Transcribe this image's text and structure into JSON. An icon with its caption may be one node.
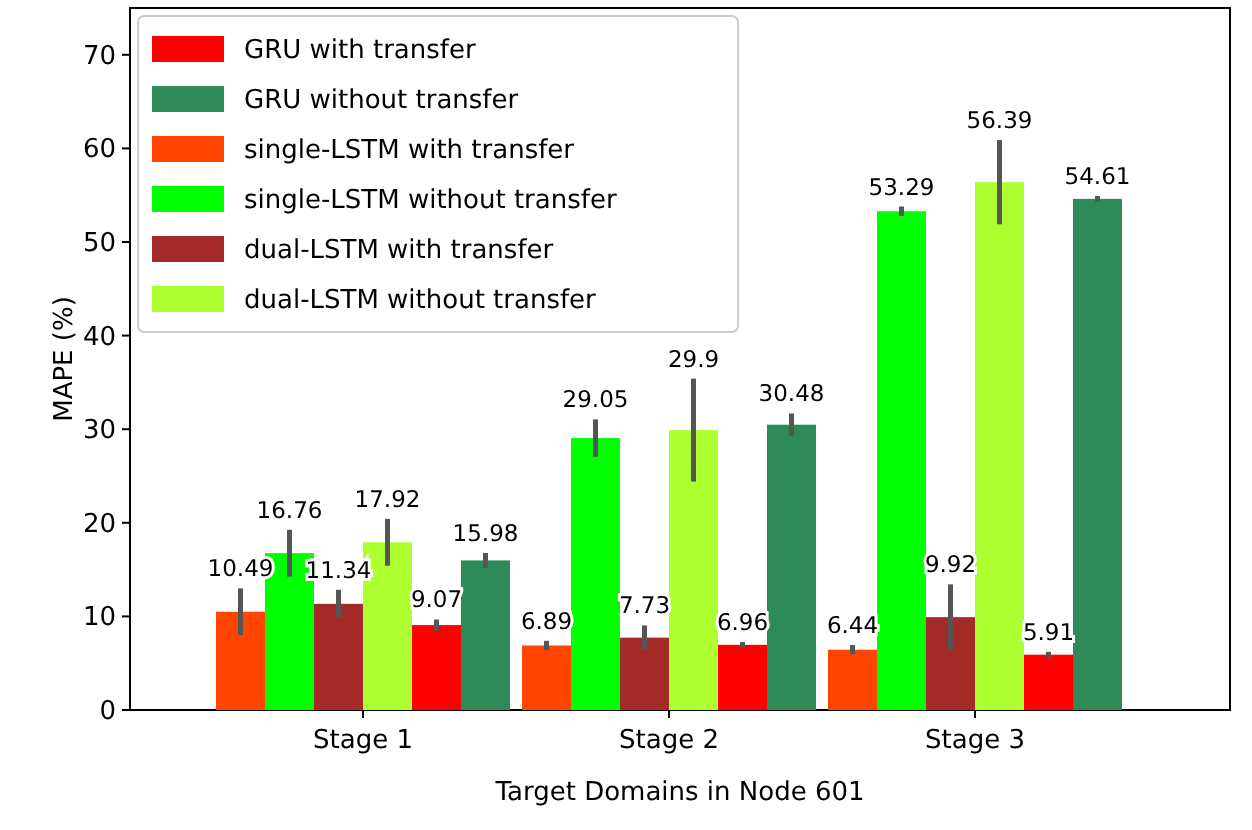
{
  "diagram": {
    "chart_data": {
      "type": "bar",
      "xlabel": "Target Domains in Node 601",
      "ylabel": "MAPE (%)",
      "categories": [
        "Stage 1",
        "Stage 2",
        "Stage 3"
      ],
      "series": [
        {
          "name": "GRU with transfer",
          "color": "#ff0000",
          "values": [
            9.07,
            6.96,
            5.91
          ]
        },
        {
          "name": "GRU without transfer",
          "color": "#2e8b57",
          "values": [
            15.98,
            30.48,
            54.61
          ]
        },
        {
          "name": "single-LSTM with transfer",
          "color": "#ff4500",
          "values": [
            10.49,
            6.89,
            6.44
          ]
        },
        {
          "name": "single-LSTM without transfer",
          "color": "#00ff00",
          "values": [
            16.76,
            29.05,
            53.29
          ]
        },
        {
          "name": "dual-LSTM with transfer",
          "color": "#a52a2a",
          "values": [
            11.34,
            7.73,
            9.92
          ]
        },
        {
          "name": "dual-LSTM without transfer",
          "color": "#adff2f",
          "values": [
            17.92,
            29.9,
            56.39
          ]
        }
      ],
      "ylim": [
        0,
        75
      ],
      "yticks": [
        0,
        10,
        20,
        30,
        40,
        50,
        60,
        70
      ],
      "data_labels": true,
      "legend": "upper left"
    }
  }
}
